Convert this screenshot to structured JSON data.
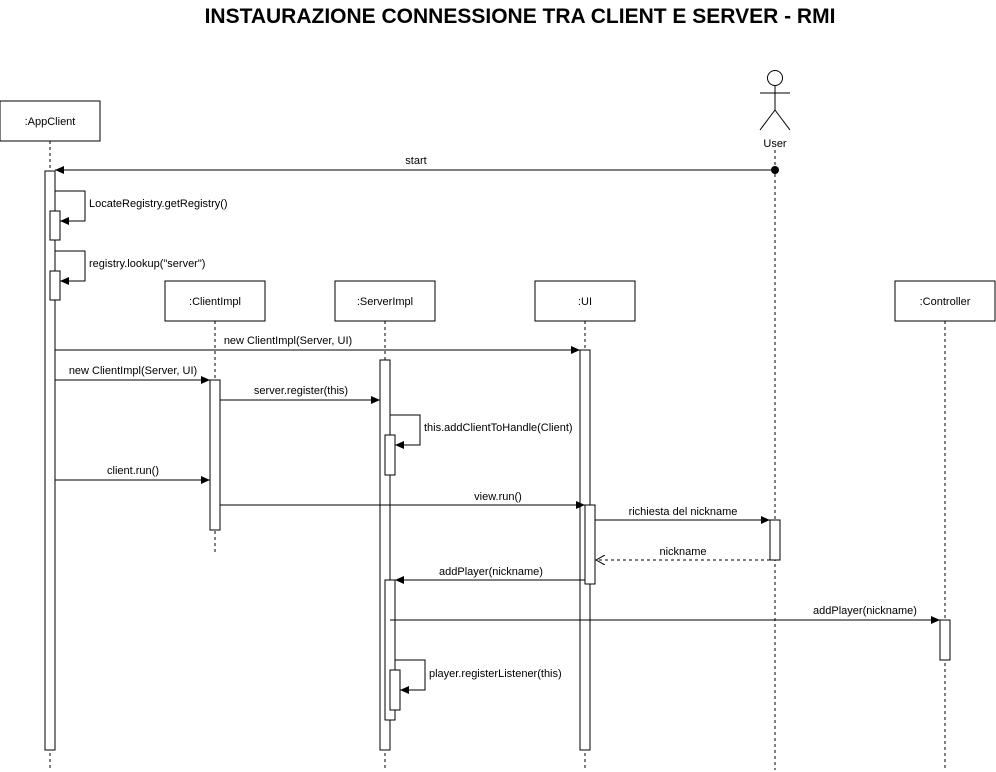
{
  "title": "INSTAURAZIONE CONNESSIONE TRA CLIENT E SERVER - RMI",
  "participants": {
    "app_client": ":AppClient",
    "client_impl": ":ClientImpl",
    "server_impl": ":ServerImpl",
    "ui": ":UI",
    "controller": ":Controller",
    "user": "User"
  },
  "messages": {
    "start": "start",
    "locate_registry": "LocateRegistry.getRegistry()",
    "registry_lookup": "registry.lookup(\"server\")",
    "new_client_impl_ui": "new ClientImpl(Server, UI)",
    "new_client_impl": "new ClientImpl(Server, UI)",
    "server_register": "server.register(this)",
    "add_client_to_handle": "this.addClientToHandle(Client)",
    "client_run": "client.run()",
    "view_run": "view.run()",
    "richiesta_nickname": "richiesta del nickname",
    "nickname_return": "nickname",
    "add_player_server": "addPlayer(nickname)",
    "add_player_controller": "addPlayer(nickname)",
    "register_listener": "player.registerListener(this)"
  }
}
